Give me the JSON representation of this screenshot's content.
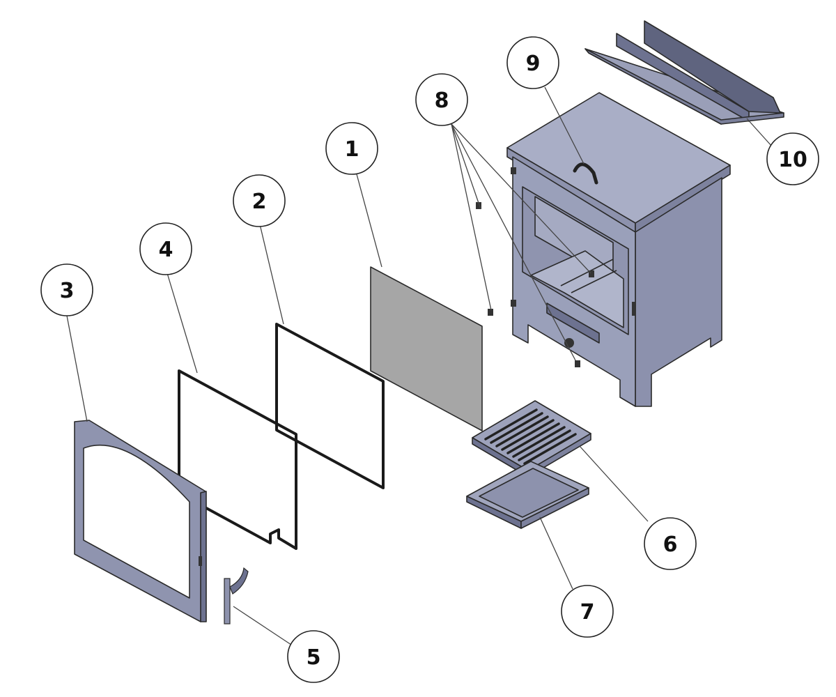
{
  "diagram": {
    "type": "exploded-parts-view",
    "colors": {
      "steel_light": "#a8adc4",
      "steel_mid": "#8d92ad",
      "steel_dark": "#6d7290",
      "glass": "#a6a6a6",
      "outline": "#2a2a2a"
    },
    "callouts": [
      {
        "id": "1",
        "label": "1"
      },
      {
        "id": "2",
        "label": "2"
      },
      {
        "id": "3",
        "label": "3"
      },
      {
        "id": "4",
        "label": "4"
      },
      {
        "id": "5",
        "label": "5"
      },
      {
        "id": "6",
        "label": "6"
      },
      {
        "id": "7",
        "label": "7"
      },
      {
        "id": "8",
        "label": "8"
      },
      {
        "id": "9",
        "label": "9"
      },
      {
        "id": "10",
        "label": "10"
      }
    ]
  }
}
